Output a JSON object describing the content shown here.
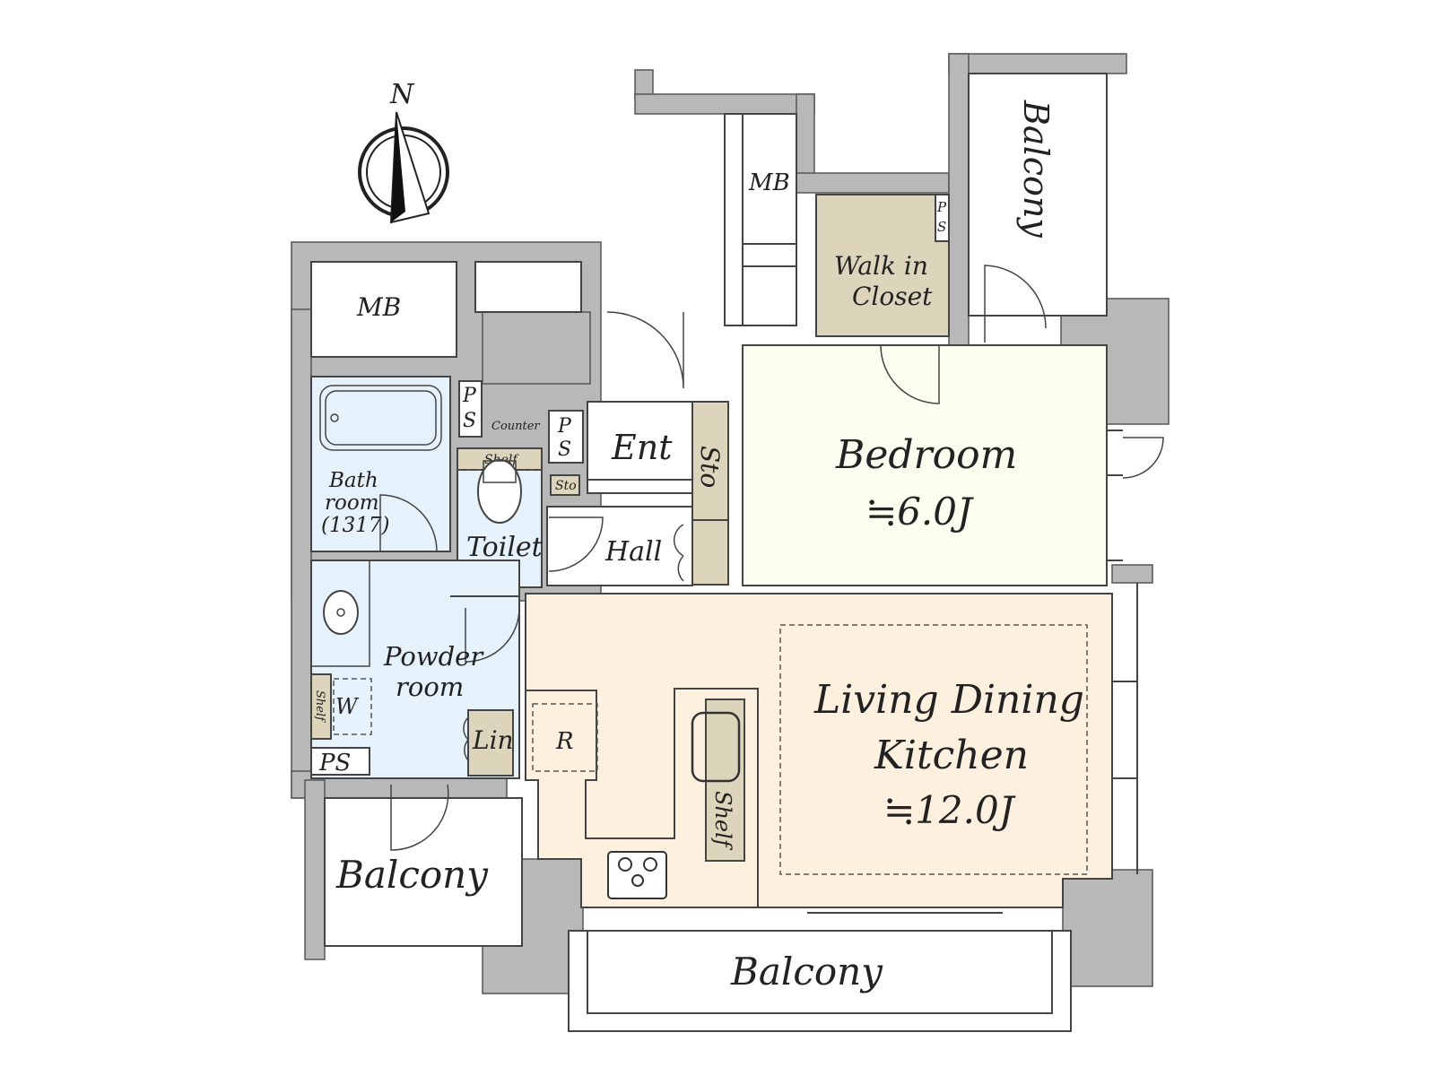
{
  "compass": {
    "label": "N"
  },
  "rooms": {
    "ldk": {
      "name_line1": "Living Dining",
      "name_line2": "Kitchen",
      "size": "≒12.0J"
    },
    "bedroom": {
      "name": "Bedroom",
      "size": "≒6.0J"
    },
    "walk_in_closet": {
      "line1": "Walk in",
      "line2": "Closet"
    },
    "bathroom": {
      "line1": "Bath",
      "line2": "room",
      "line3": "(1317)"
    },
    "toilet": "Toilet",
    "powder_room": {
      "line1": "Powder",
      "line2": "room"
    },
    "entrance": "Ent",
    "hall": "Hall",
    "storage_label": "Sto",
    "storage_small": "Sto",
    "linen": "Lin",
    "refrigerator": "R",
    "washer": "W",
    "kitchen_shelf": "Shelf",
    "toilet_shelf": "Shelf",
    "powder_shelf": "Shelf",
    "counter": "Counter"
  },
  "utility": {
    "mb_top": "MB",
    "mb_left": "MB",
    "ps_bath": {
      "line1": "P",
      "line2": "S"
    },
    "ps_ent": {
      "line1": "P",
      "line2": "S"
    },
    "ps_closet": {
      "line1": "P",
      "line2": "S"
    },
    "ps_powder": "PS"
  },
  "balconies": {
    "top_right": "Balcony",
    "bottom_left": "Balcony",
    "bottom": "Balcony"
  },
  "colors": {
    "ldk": "#fdf0df",
    "bedroom": "#fdfdf0",
    "closet": "#ddd4bc",
    "wet": "#e6f2fb",
    "storage": "#ddd4bc",
    "wall": "#b8b8b8"
  }
}
